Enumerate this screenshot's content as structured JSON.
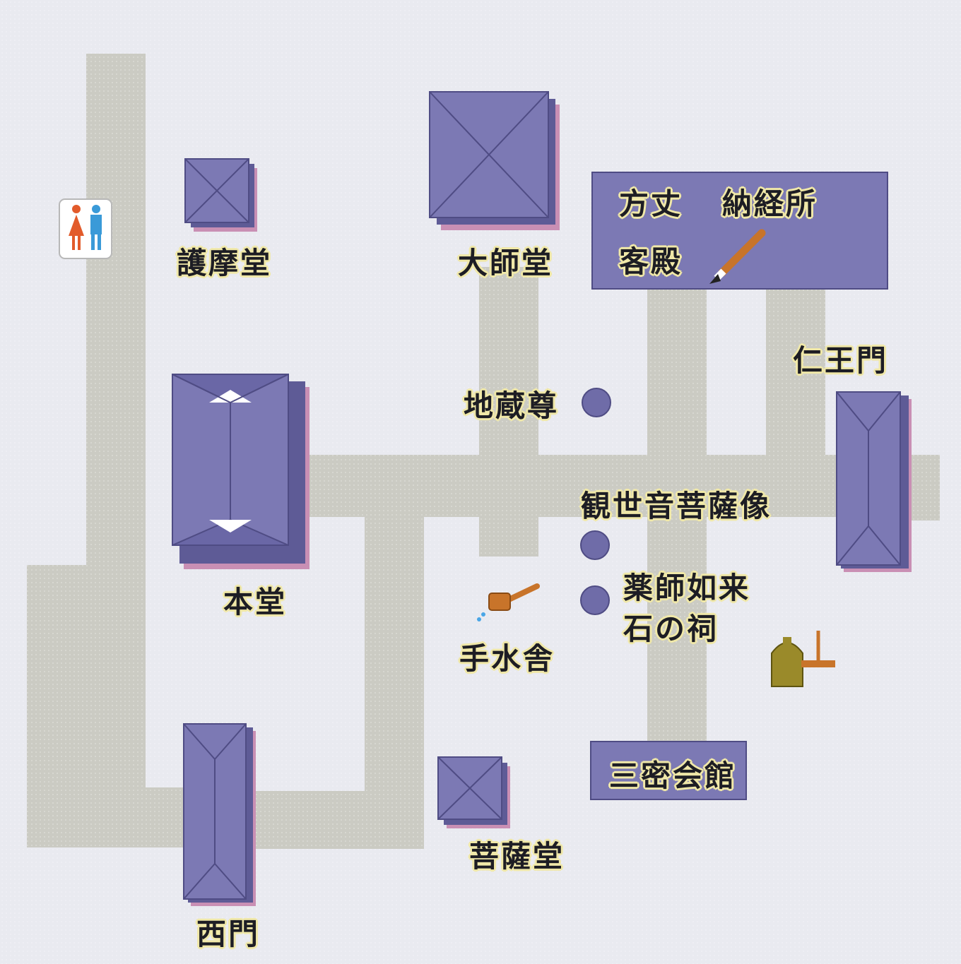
{
  "colors": {
    "background": "#e9eaf0",
    "path": "#cbcbc3",
    "building": "#7c79b4",
    "building_edge": "#4f4c84",
    "building_pink": "#c98fb4",
    "label_halo": "#f0e8a8",
    "statue_dot": "#6f6ca8"
  },
  "icons": {
    "restroom": "restroom-icon",
    "brush": "calligraphy-brush-icon",
    "ladle": "water-ladle-icon",
    "bell": "temple-bell-icon"
  },
  "labels": {
    "gomado": "護摩堂",
    "daishido": "大師堂",
    "hojo": "方丈",
    "nokyosho": "納経所",
    "kyakuden": "客殿",
    "niomon": "仁王門",
    "jizoson": "地蔵尊",
    "kannon": "観世音菩薩像",
    "yakushi": "薬師如来",
    "ishi_hokora": "石の祠",
    "hondo": "本堂",
    "chozuya": "手水舎",
    "sanmitsu": "三密会館",
    "bosatsudo": "菩薩堂",
    "nishimon": "西門"
  }
}
